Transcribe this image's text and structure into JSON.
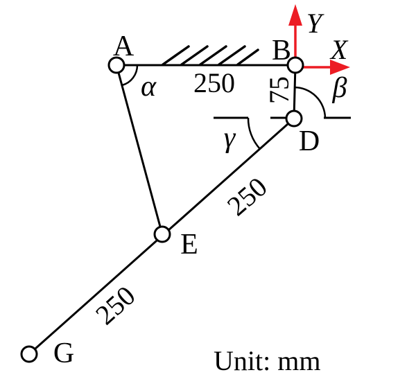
{
  "figure": {
    "unit_note": "Unit: mm"
  },
  "colors": {
    "ink": "#000000",
    "axis_red": "#ec1c24"
  },
  "axes": {
    "x_label": "X",
    "y_label": "Y"
  },
  "joints": {
    "a": "A",
    "b": "B",
    "d": "D",
    "e": "E",
    "g": "G"
  },
  "angles": {
    "alpha": "α",
    "beta": "β",
    "gamma": "γ"
  },
  "dimensions": {
    "ab": "250",
    "bd": "75",
    "de": "250",
    "eg": "250"
  }
}
